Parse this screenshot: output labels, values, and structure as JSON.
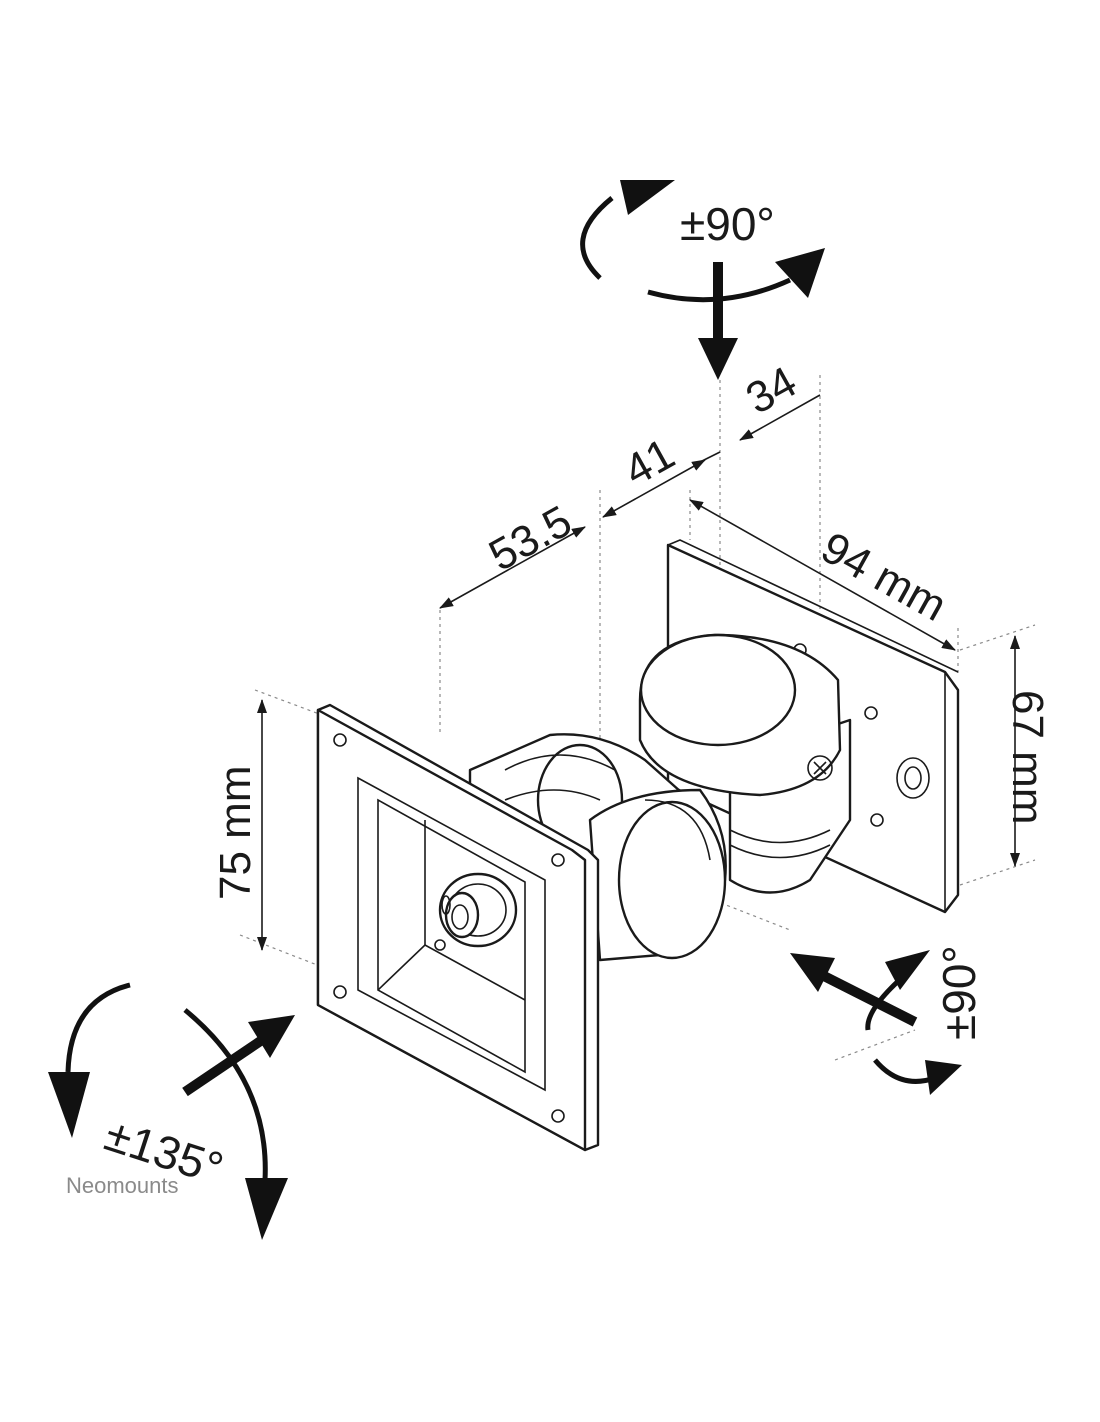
{
  "dimensions": {
    "top_depth_1": "53.5",
    "top_depth_2": "41",
    "top_depth_3": "34",
    "back_plate_width": "94 mm",
    "back_plate_height": "67 mm",
    "front_plate_height": "75 mm"
  },
  "rotations": {
    "swivel_top": "±90°",
    "tilt_right": "±90°",
    "rotate_front": "±135°"
  },
  "brand": {
    "name": "Neomounts"
  }
}
